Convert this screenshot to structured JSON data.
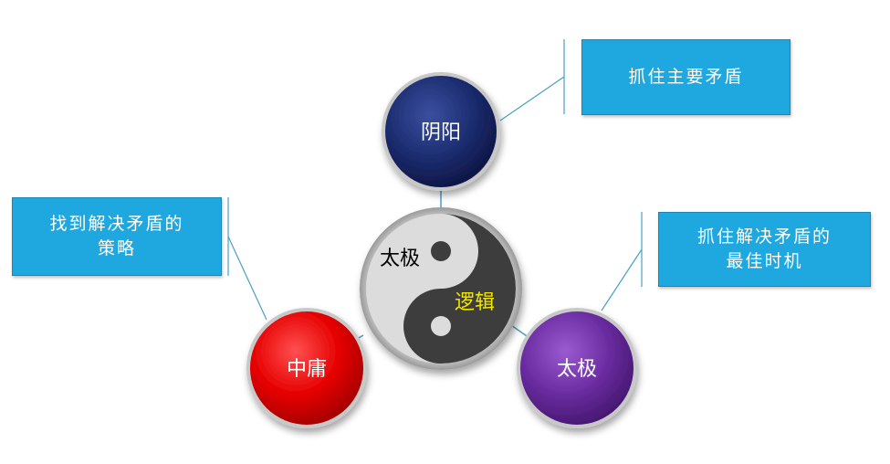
{
  "center": {
    "label_left": "太极",
    "label_right": "逻辑"
  },
  "nodes": {
    "top": {
      "label": "阴阳",
      "color": "#1a2a6c"
    },
    "left": {
      "label": "中庸",
      "color": "#e00000"
    },
    "right": {
      "label": "太极",
      "color": "#6a2ca0"
    }
  },
  "callouts": {
    "top": "抓住主要矛盾",
    "left": "找到解决矛盾的\n策略",
    "right": "抓住解决矛盾的\n最佳时机"
  },
  "colors": {
    "callout": "#1fa8df",
    "connector": "#4a9fc4",
    "center_label_right": "#f2e600"
  }
}
